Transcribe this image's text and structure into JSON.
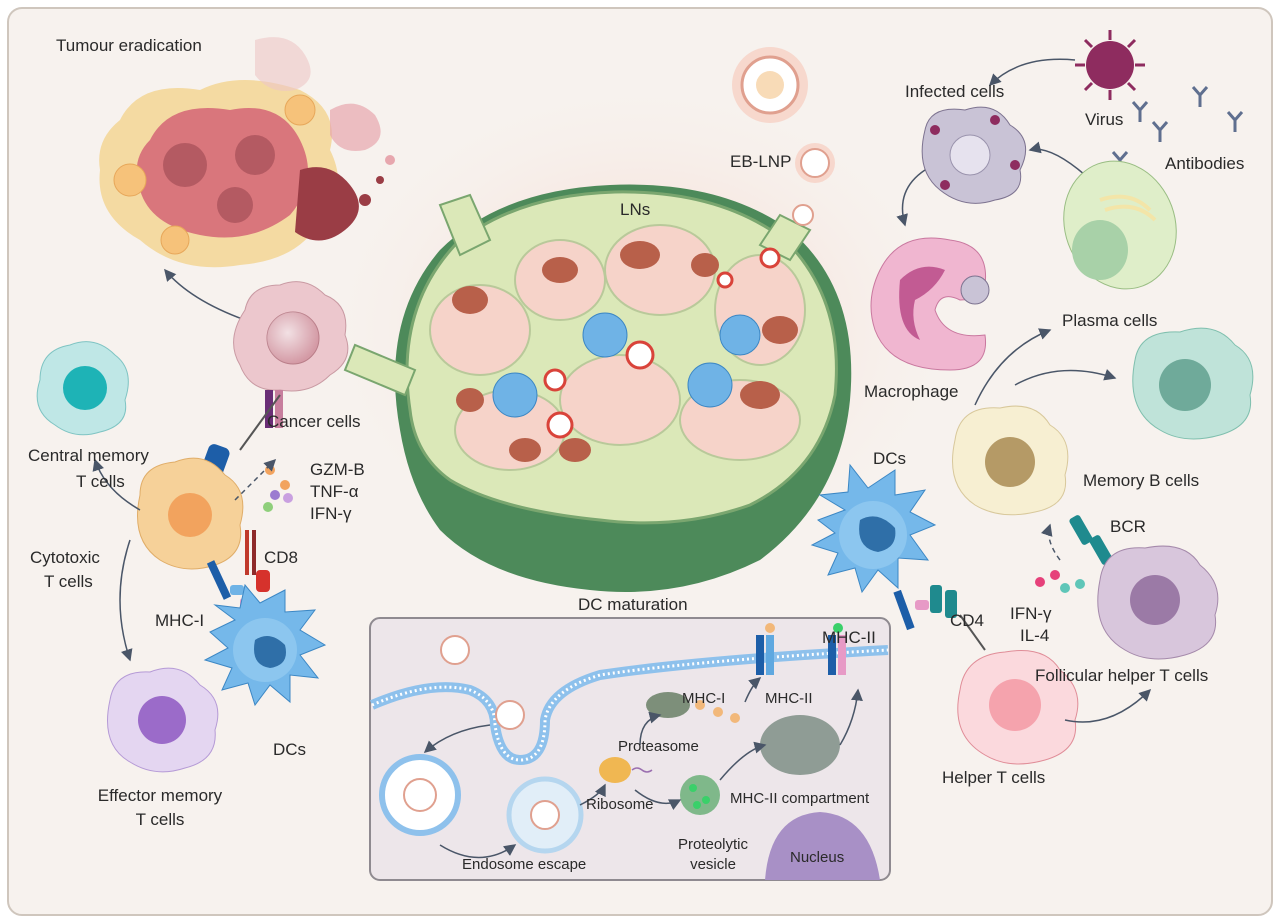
{
  "labels": {
    "tumour_eradication": "Tumour eradication",
    "eb_lnp": "EB-LNP",
    "lns": "LNs",
    "infected_cells": "Infected cells",
    "virus": "Virus",
    "antibodies": "Antibodies",
    "plasma_cells": "Plasma cells",
    "macrophage": "Macrophage",
    "memory_b_cells": "Memory B cells",
    "bcr": "BCR",
    "dcs_right": "DCs",
    "cd4": "CD4",
    "mhc_ii_right": "MHC-II",
    "ifn_gamma_right": "IFN-γ",
    "il_4": "IL-4",
    "follicular_helper_t_cells": "Follicular helper T cells",
    "helper_t_cells": "Helper T cells",
    "cancer_cells": "Cancer cells",
    "central_memory_t_cells_line1": "Central memory",
    "central_memory_t_cells_line2": "T cells",
    "gzm_b": "GZM-B",
    "tnf_alpha": "TNF-α",
    "ifn_gamma_left": "IFN-γ",
    "cytotoxic_t_cells_line1": "Cytotoxic",
    "cytotoxic_t_cells_line2": "T cells",
    "cd8": "CD8",
    "mhc_i_left": "MHC-I",
    "dcs_left": "DCs",
    "effector_memory_line1": "Effector memory",
    "effector_memory_line2": "T cells",
    "dc_maturation": "DC maturation",
    "mhc_i_inset": "MHC-I",
    "mhc_ii_inset": "MHC-II",
    "proteasome": "Proteasome",
    "ribosome": "Ribosome",
    "mhc_ii_compartment": "MHC-II compartment",
    "endosome_escape": "Endosome escape",
    "proteolytic_line1": "Proteolytic",
    "proteolytic_line2": "vesicle",
    "nucleus": "Nucleus"
  },
  "colors": {
    "background": "#f7f2ee",
    "ln_fill": "#dbe8b8",
    "ln_dark": "#4d8a5a",
    "dc_blue": "#5aa9e0",
    "t_cell_orange": "#f5c98a",
    "cancer_pink": "#e8bcc4",
    "macrophage_pink": "#e6a9c8",
    "inset_bg": "#ede6ea"
  }
}
